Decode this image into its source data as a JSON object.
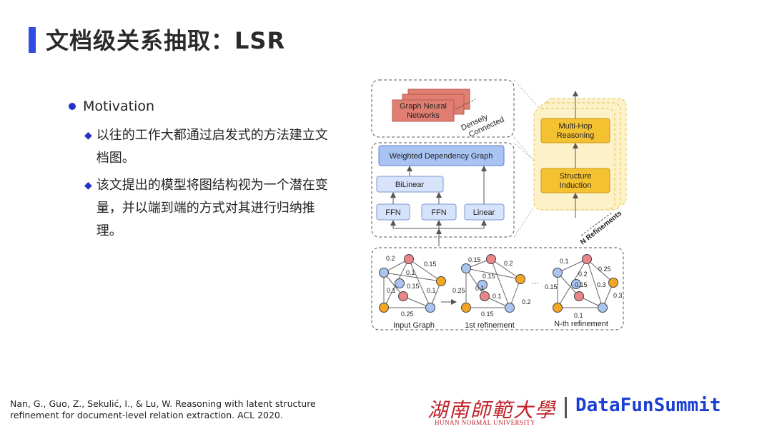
{
  "slide": {
    "title": "文档级关系抽取：LSR",
    "bullets": [
      {
        "text": "Motivation",
        "sub": [
          "以往的工作大都通过启发式的方法建立文档图。",
          "该文提出的模型将图结构视为一个潜在变量，并以端到端的方式对其进行归纳推理。"
        ]
      }
    ],
    "citation": "Nan, G., Guo, Z., Sekulić, I., & Lu, W. Reasoning with latent structure refinement for document-level relation extraction. ACL 2020.",
    "logo_cn": "湖南師範大學",
    "logo_en": "HUNAN NORMAL UNIVERSITY",
    "logo_brand": "DataFunSummit"
  },
  "diagram": {
    "gnn_label_1": "Graph Neural",
    "gnn_label_2": "Networks",
    "densely_1": "Densely",
    "densely_2": "Connected",
    "wdg": "Weighted Dependency Graph",
    "bilinear": "BiLinear",
    "ffn1": "FFN",
    "ffn2": "FFN",
    "linear": "Linear",
    "multihop_1": "Multi-Hop",
    "multihop_2": "Reasoning",
    "structure_1": "Structure",
    "structure_2": "Induction",
    "n_refinements": "N Refinements",
    "graph_labels": [
      "Input Graph",
      "1st refinement",
      "N-th refinement"
    ],
    "ellipsis": "···",
    "g1_weights": [
      "0.2",
      "0.15",
      "0.1",
      "0.15",
      "0.1",
      "0.1",
      "0.25"
    ],
    "g2_weights": [
      "0.15",
      "0.2",
      "0.15",
      "0.25",
      "0.1",
      "0.1",
      "0.2",
      "0.15"
    ],
    "g3_weights": [
      "0.1",
      "0.25",
      "0.2",
      "0.15",
      "0.15",
      "0.3",
      "0.3",
      "0.1"
    ]
  },
  "colors": {
    "accent": "#2f4de0",
    "bullet": "#2433c6",
    "gnn": "#e07f71",
    "yellow": "#f4c231",
    "blue_box": "#a9c3f3",
    "node_blue": "#a8c4f0",
    "node_red": "#e8868a",
    "node_orange": "#f5a623"
  }
}
